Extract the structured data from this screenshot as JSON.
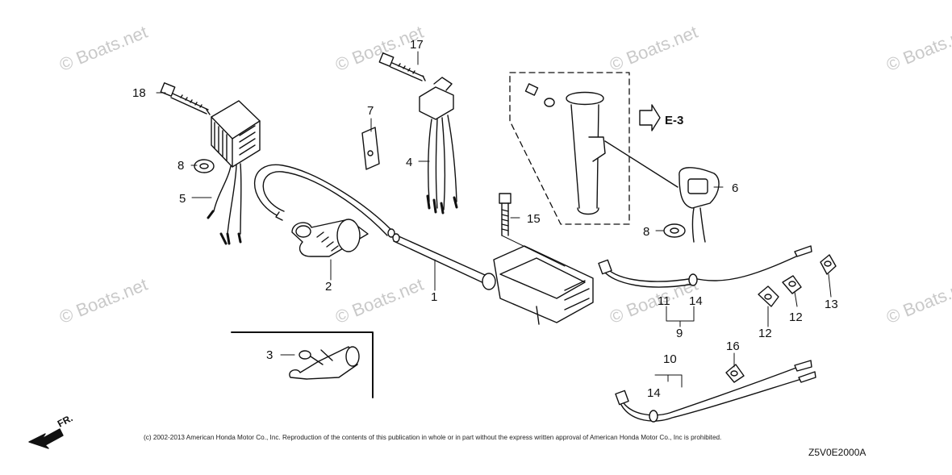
{
  "watermark_text": "© Boats.net",
  "callouts": [
    {
      "id": "c1",
      "label": "1"
    },
    {
      "id": "c2",
      "label": "2"
    },
    {
      "id": "c3",
      "label": "3"
    },
    {
      "id": "c4",
      "label": "4"
    },
    {
      "id": "c5",
      "label": "5"
    },
    {
      "id": "c6",
      "label": "6"
    },
    {
      "id": "c7",
      "label": "7"
    },
    {
      "id": "c8a",
      "label": "8"
    },
    {
      "id": "c8b",
      "label": "8"
    },
    {
      "id": "c9",
      "label": "9"
    },
    {
      "id": "c10",
      "label": "10"
    },
    {
      "id": "c11",
      "label": "11"
    },
    {
      "id": "c12a",
      "label": "12"
    },
    {
      "id": "c12b",
      "label": "12"
    },
    {
      "id": "c13",
      "label": "13"
    },
    {
      "id": "c14a",
      "label": "14"
    },
    {
      "id": "c14b",
      "label": "14"
    },
    {
      "id": "c15",
      "label": "15"
    },
    {
      "id": "c16",
      "label": "16"
    },
    {
      "id": "c17",
      "label": "17"
    },
    {
      "id": "c18",
      "label": "18"
    }
  ],
  "reference_label": "E-3",
  "front_label": "FR.",
  "copyright": "(c) 2002-2013 American Honda Motor Co., Inc. Reproduction of the contents of this publication in whole or in part without the express written approval of American Honda Motor Co., Inc is prohibited.",
  "diagram_code": "Z5V0E2000A"
}
